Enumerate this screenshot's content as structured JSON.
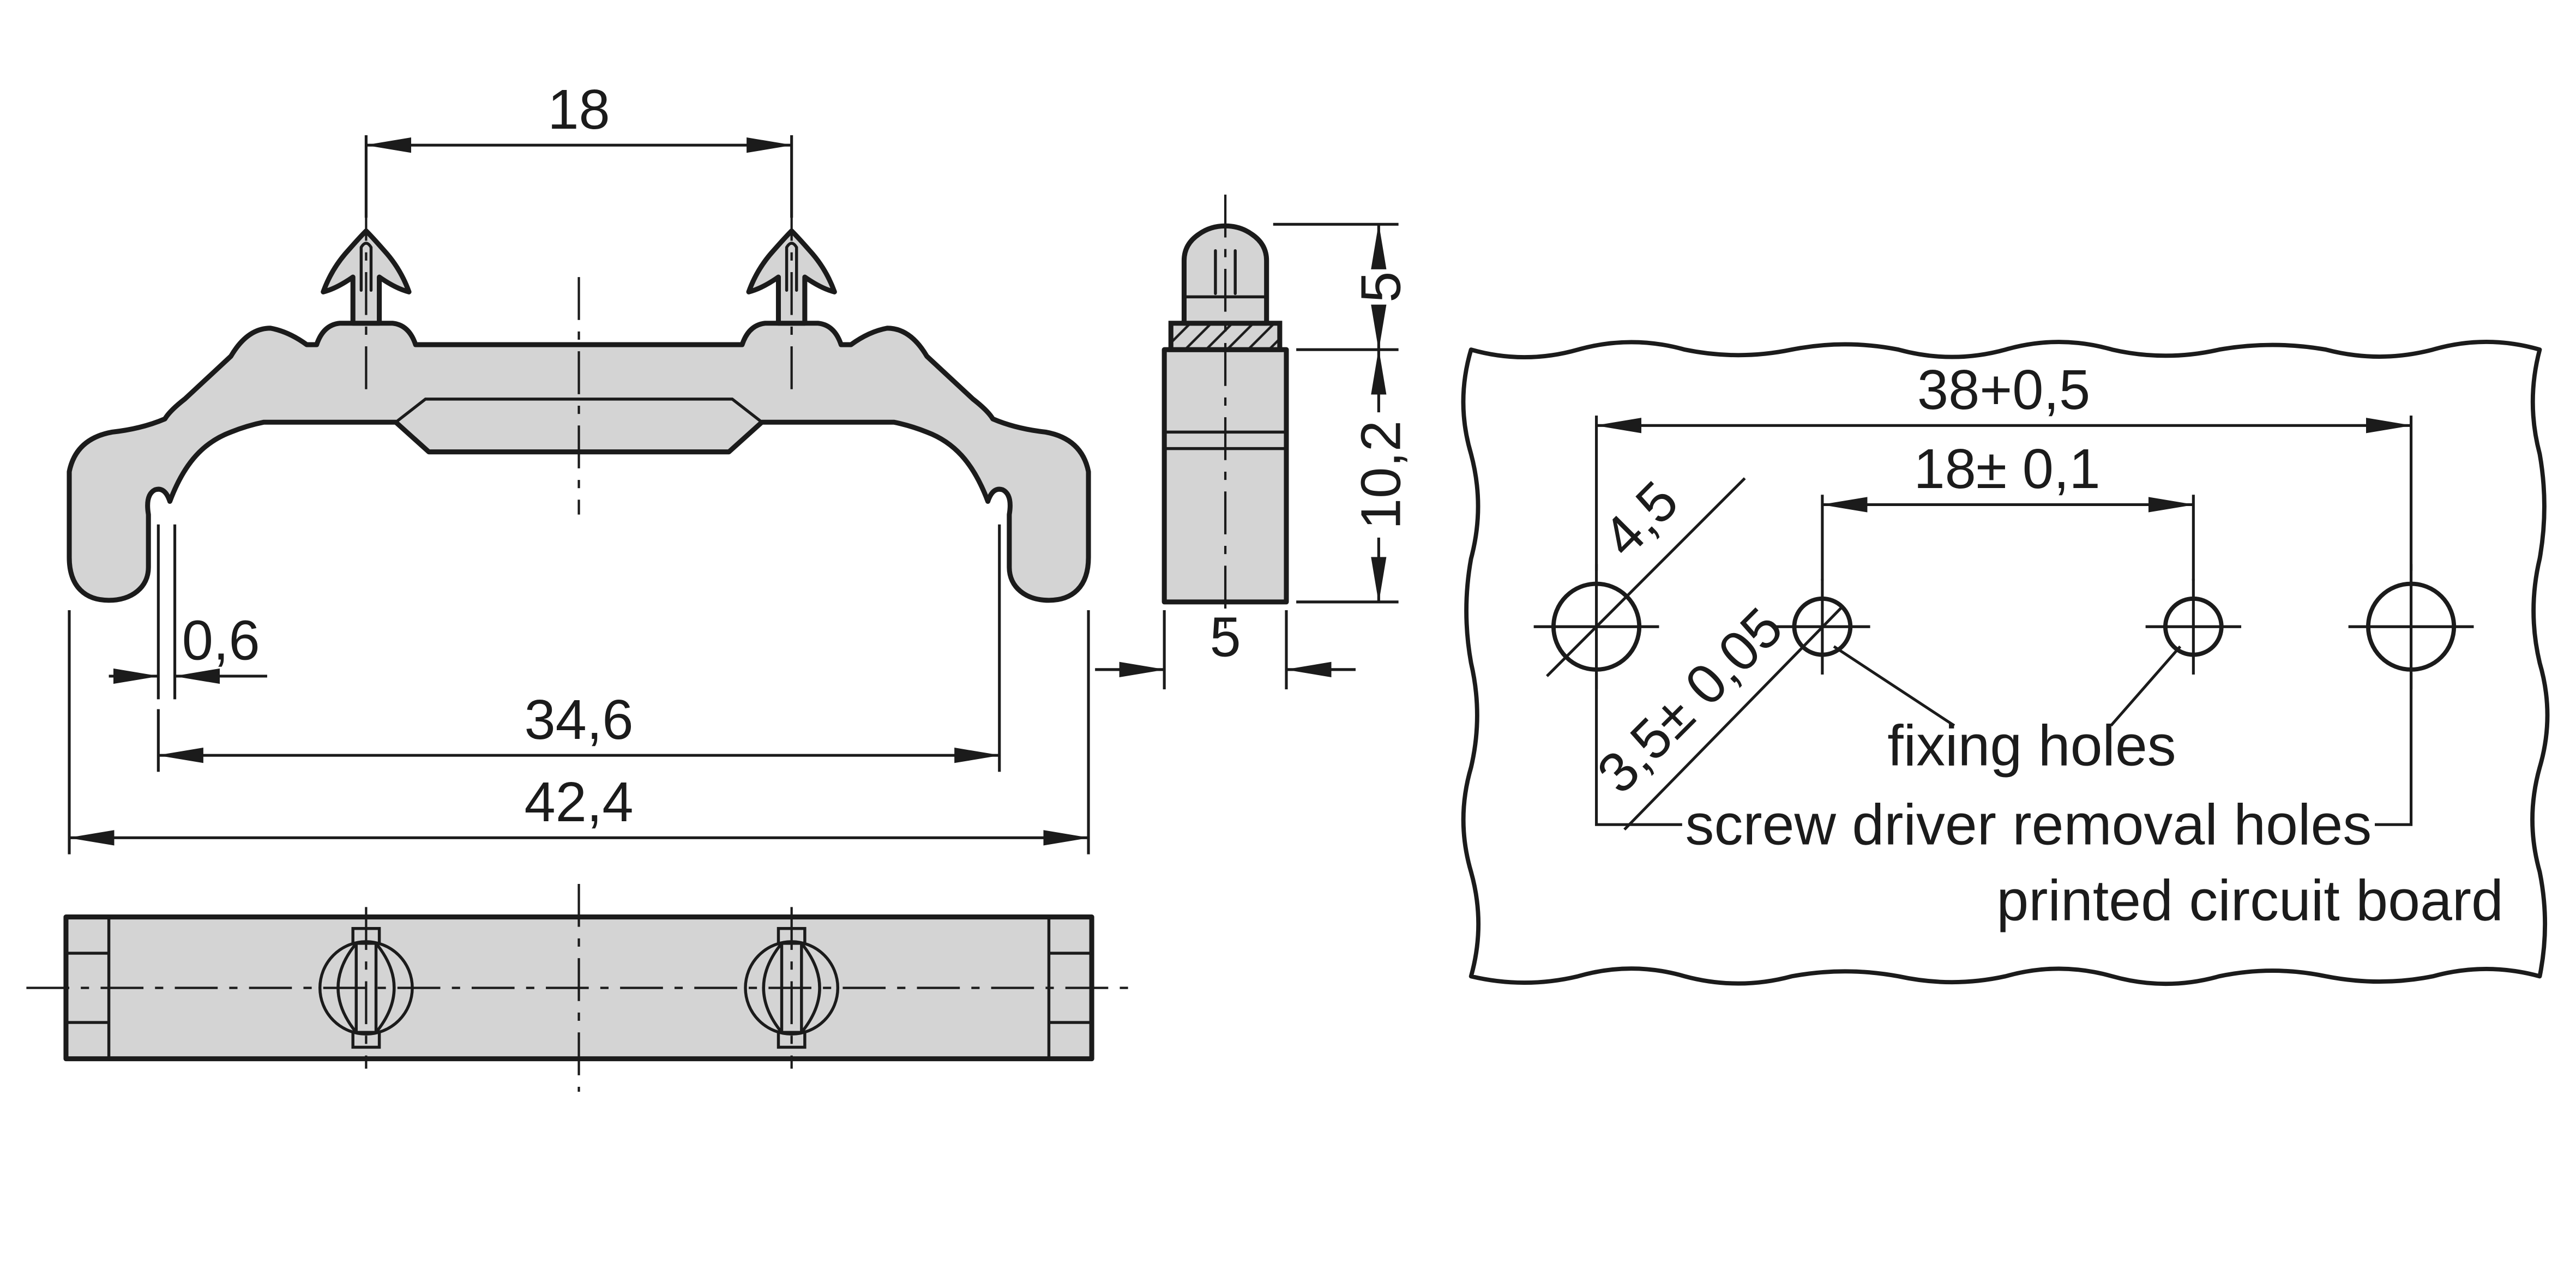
{
  "drawing": {
    "front_view": {
      "dim_pin_pitch": "18",
      "dim_hook_gap": "0,6",
      "dim_inner_width": "34,6",
      "dim_overall_width": "42,4"
    },
    "side_view": {
      "dim_pin_height": "5",
      "dim_body_height": "10,2",
      "dim_depth": "5"
    },
    "pcb": {
      "dim_hole_span": "38+0,5",
      "dim_fixing_pitch": "18± 0,1",
      "dim_removal_hole_dia": "4,5",
      "dim_fixing_hole_dia": "3,5± 0,05",
      "label_fixing": "fixing holes",
      "label_removal": "screw driver removal holes",
      "label_board": "printed circuit board"
    },
    "colors": {
      "line": "#1b1b1b",
      "part_fill": "#d4d4d4",
      "background": "#ffffff"
    }
  }
}
